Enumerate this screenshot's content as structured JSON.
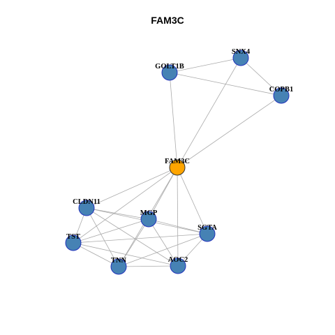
{
  "title": "FAM3C",
  "colors": {
    "hub_fill": "#FFA500",
    "node_fill": "#4682B4",
    "node_stroke": "#2233BB",
    "hub_stroke": "#333333",
    "edge": "#AAAAAA"
  },
  "nodes": [
    {
      "id": "FAM3C",
      "label": "FAM3C",
      "hub": true
    },
    {
      "id": "SNX4",
      "label": "SNX4",
      "hub": false
    },
    {
      "id": "GOLT1B",
      "label": "GOLT1B",
      "hub": false
    },
    {
      "id": "COPB1",
      "label": "COPB1",
      "hub": false
    },
    {
      "id": "CLDN11",
      "label": "CLDN11",
      "hub": false
    },
    {
      "id": "MGP",
      "label": "MGP",
      "hub": false
    },
    {
      "id": "SGTA",
      "label": "SGTA",
      "hub": false
    },
    {
      "id": "TST",
      "label": "TST",
      "hub": false
    },
    {
      "id": "TNN",
      "label": "TNN",
      "hub": false
    },
    {
      "id": "AOC2",
      "label": "AOC2",
      "hub": false
    }
  ],
  "edges": [
    [
      "GOLT1B",
      "SNX4"
    ],
    [
      "GOLT1B",
      "COPB1"
    ],
    [
      "SNX4",
      "COPB1"
    ],
    [
      "GOLT1B",
      "FAM3C"
    ],
    [
      "SNX4",
      "FAM3C"
    ],
    [
      "COPB1",
      "FAM3C"
    ],
    [
      "FAM3C",
      "CLDN11"
    ],
    [
      "FAM3C",
      "MGP"
    ],
    [
      "FAM3C",
      "SGTA"
    ],
    [
      "FAM3C",
      "TST"
    ],
    [
      "FAM3C",
      "TNN"
    ],
    [
      "FAM3C",
      "AOC2"
    ],
    [
      "CLDN11",
      "MGP"
    ],
    [
      "CLDN11",
      "SGTA"
    ],
    [
      "CLDN11",
      "TST"
    ],
    [
      "CLDN11",
      "TNN"
    ],
    [
      "CLDN11",
      "AOC2"
    ],
    [
      "MGP",
      "SGTA"
    ],
    [
      "MGP",
      "TST"
    ],
    [
      "MGP",
      "TNN"
    ],
    [
      "MGP",
      "AOC2"
    ],
    [
      "TST",
      "SGTA"
    ],
    [
      "TST",
      "TNN"
    ],
    [
      "TST",
      "AOC2"
    ],
    [
      "TNN",
      "AOC2"
    ],
    [
      "TNN",
      "SGTA"
    ],
    [
      "SGTA",
      "AOC2"
    ]
  ]
}
